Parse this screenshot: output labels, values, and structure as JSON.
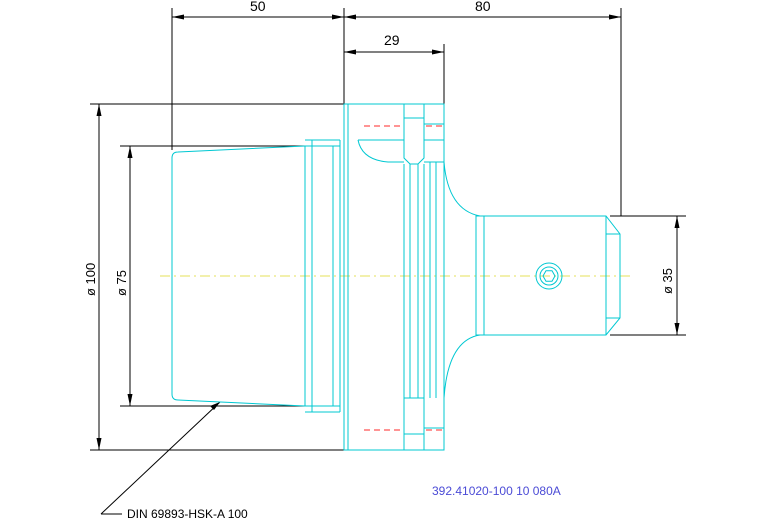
{
  "drawing": {
    "dimensions": {
      "top_left_length": "50",
      "top_right_length": "80",
      "flange_width": "29",
      "diameter_large": "ø 100",
      "diameter_taper": "ø 75",
      "diameter_shank": "ø 35"
    },
    "notes": {
      "interface_standard": "DIN 69893-HSK-A 100",
      "part_number": "392.41020-100 10 080A"
    },
    "colors": {
      "part_outline": "#00c8d2",
      "hidden_lines": "#ff2a2a",
      "center_line": "#e6e05a",
      "dimension_lines": "#000000",
      "part_number_text": "#4b4bd6"
    }
  }
}
